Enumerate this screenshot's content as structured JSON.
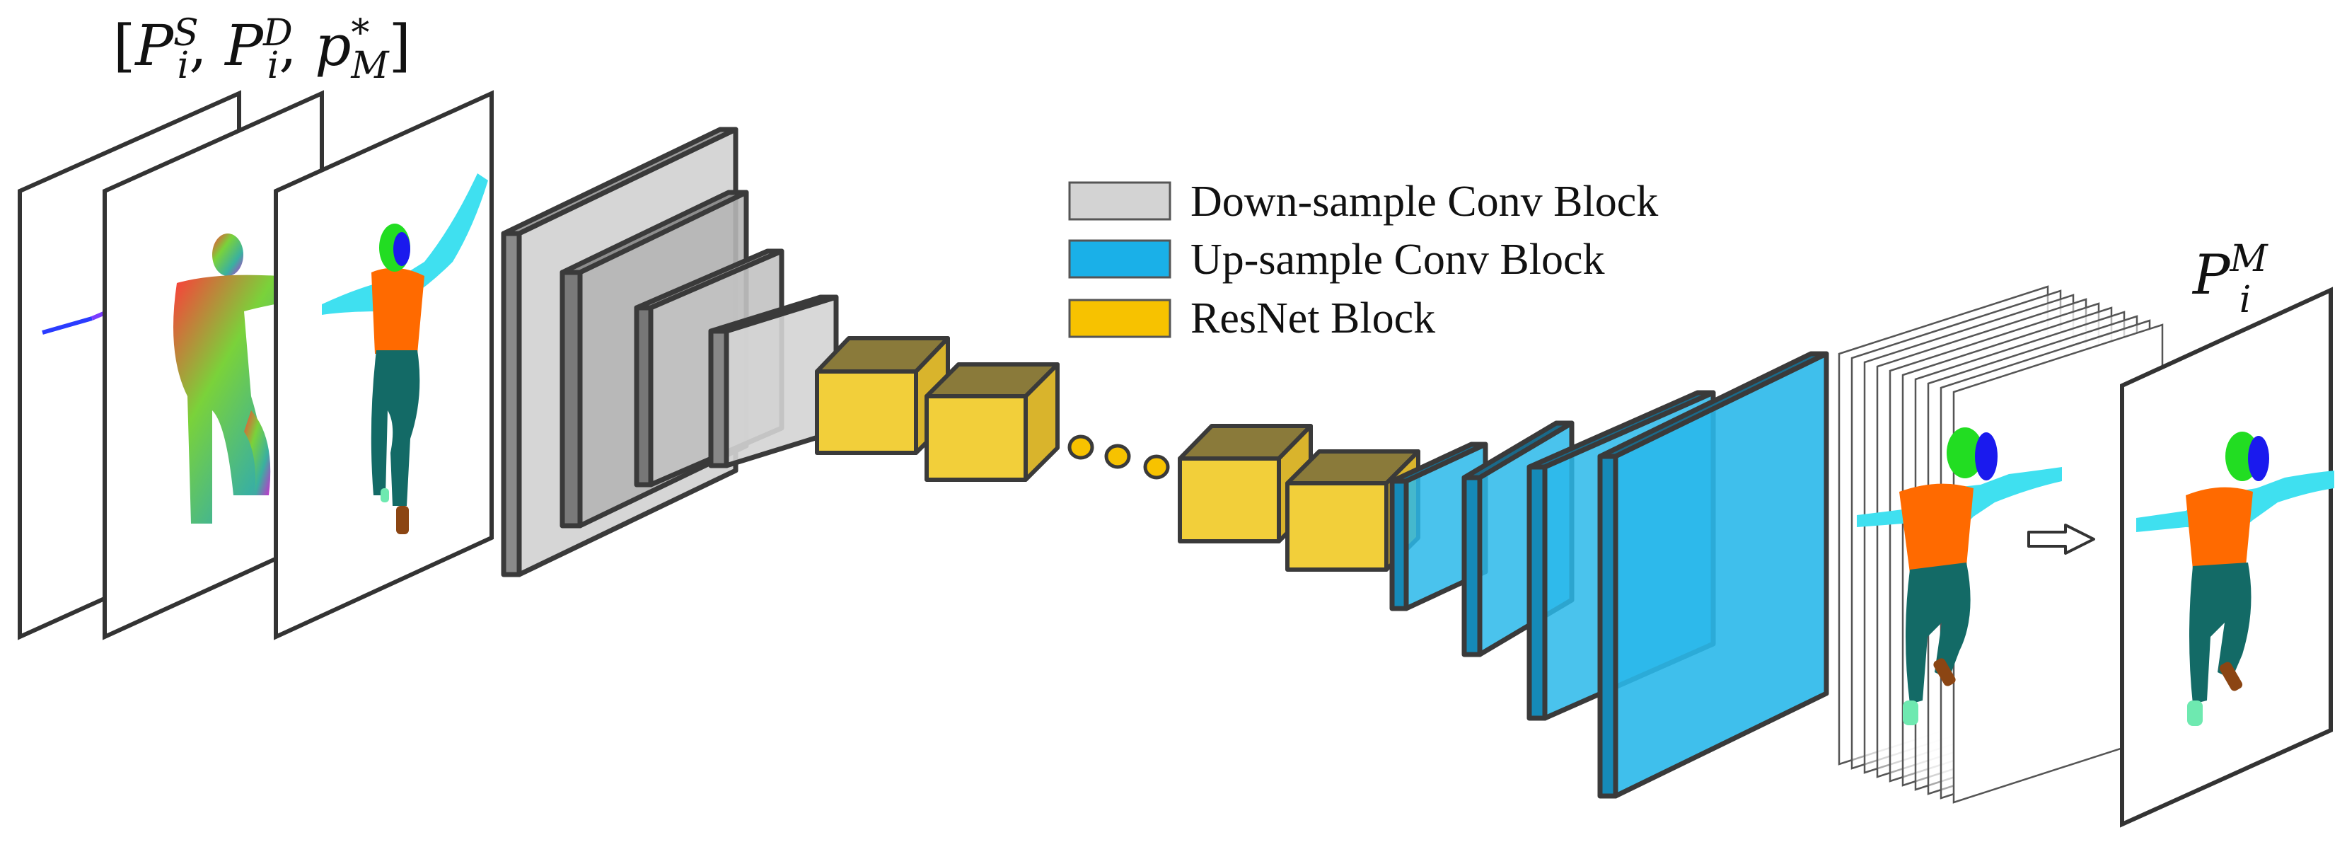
{
  "diagram": {
    "input_label": {
      "open": "[",
      "close": "]",
      "sep": ", ",
      "terms": [
        {
          "base": "P",
          "sup": "S",
          "sub": "i"
        },
        {
          "base": "P",
          "sup": "D",
          "sub": "i"
        },
        {
          "base": "p",
          "sup": "*",
          "sub": "M"
        }
      ]
    },
    "output_label": {
      "base": "P",
      "sup": "M",
      "sub": "i"
    },
    "legend": [
      {
        "label": "Down-sample Conv Block",
        "color": "#d3d3d3"
      },
      {
        "label": "Up-sample Conv Block",
        "color": "#1ab0e8"
      },
      {
        "label": "ResNet Block",
        "color": "#f7c200"
      }
    ],
    "colors": {
      "frame": "#333333",
      "down_block": "#c8c8c8",
      "up_block": "#1ab0e8",
      "resnet_block": "#f7c200",
      "body_shirt": "#ff6a00",
      "body_pants": "#136a66",
      "body_arm": "#3fe0f0",
      "body_head_hair": "#22dd22",
      "body_face": "#1a1aee",
      "body_shoe": "#8b4513"
    },
    "icons": [
      "arrow-right-icon"
    ]
  }
}
